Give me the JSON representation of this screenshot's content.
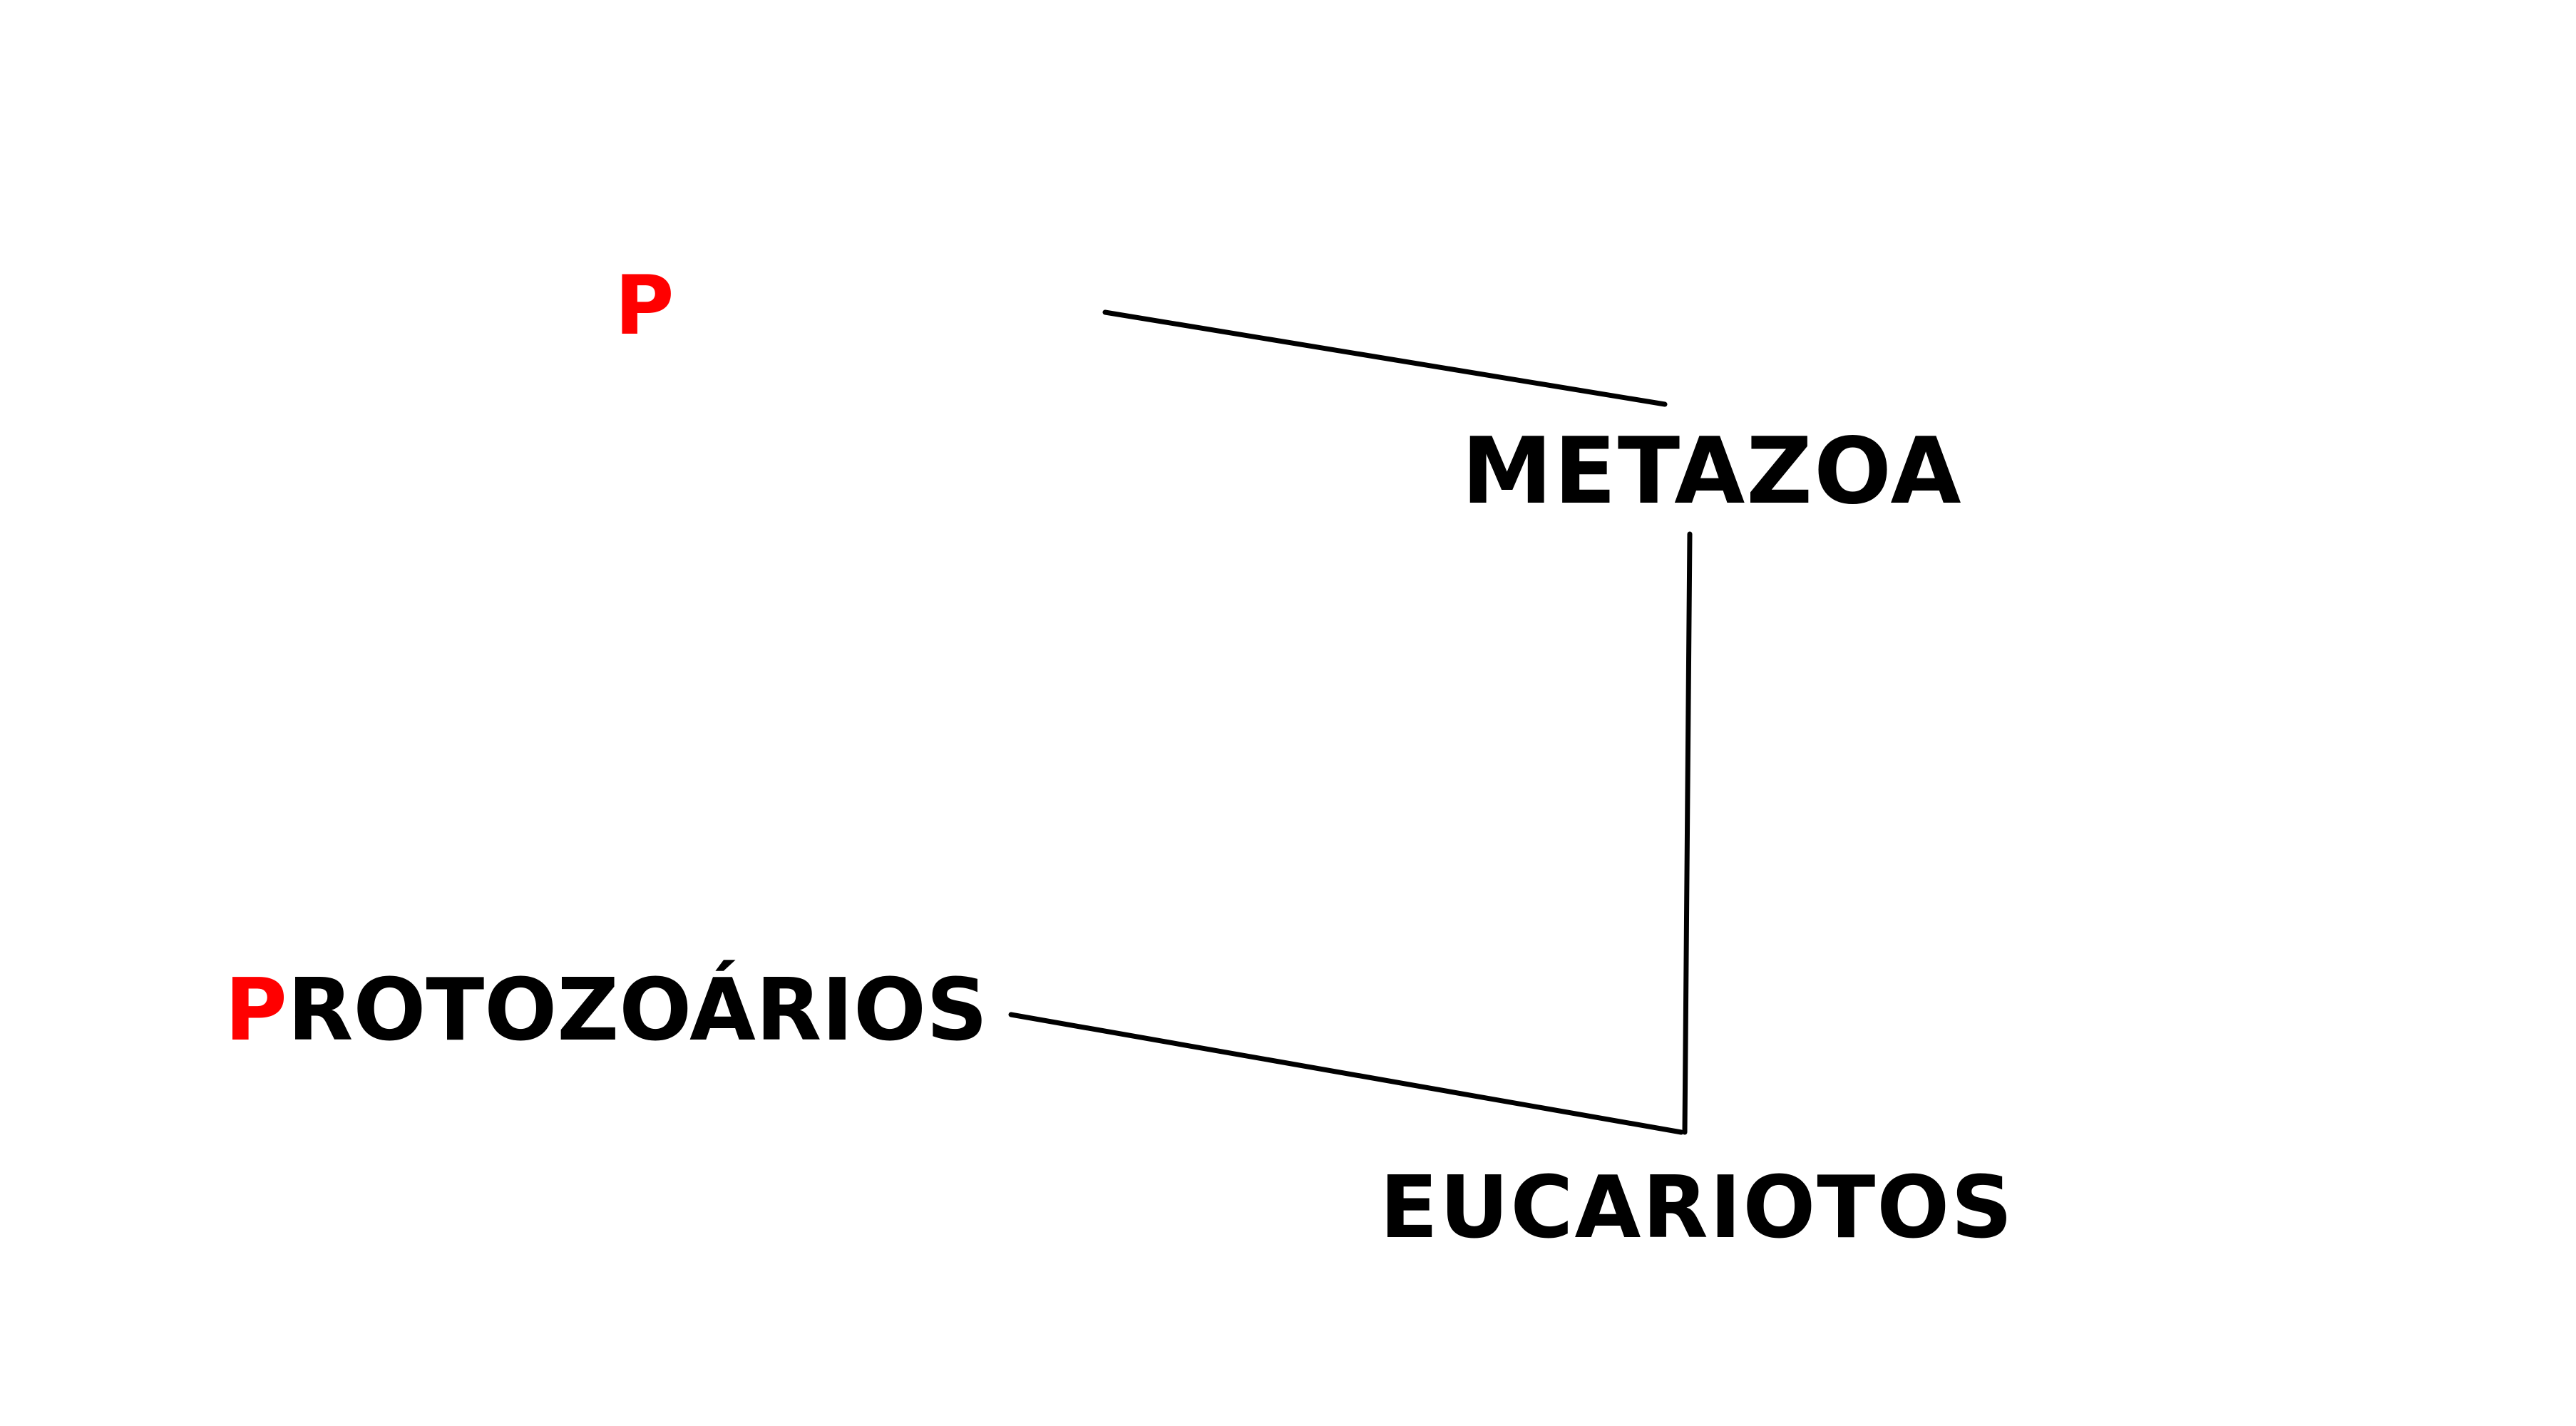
{
  "colors": {
    "background": "#ffffff",
    "text": "#000000",
    "accent": "#ff0000",
    "line": "#000000"
  },
  "labels": {
    "p_letter": "P",
    "metazoa": "METAZOA",
    "protozoarios": {
      "initial": "P",
      "rest": "ROTOZOÁRIOS"
    },
    "eucariotos": "EUCARIOTOS"
  }
}
